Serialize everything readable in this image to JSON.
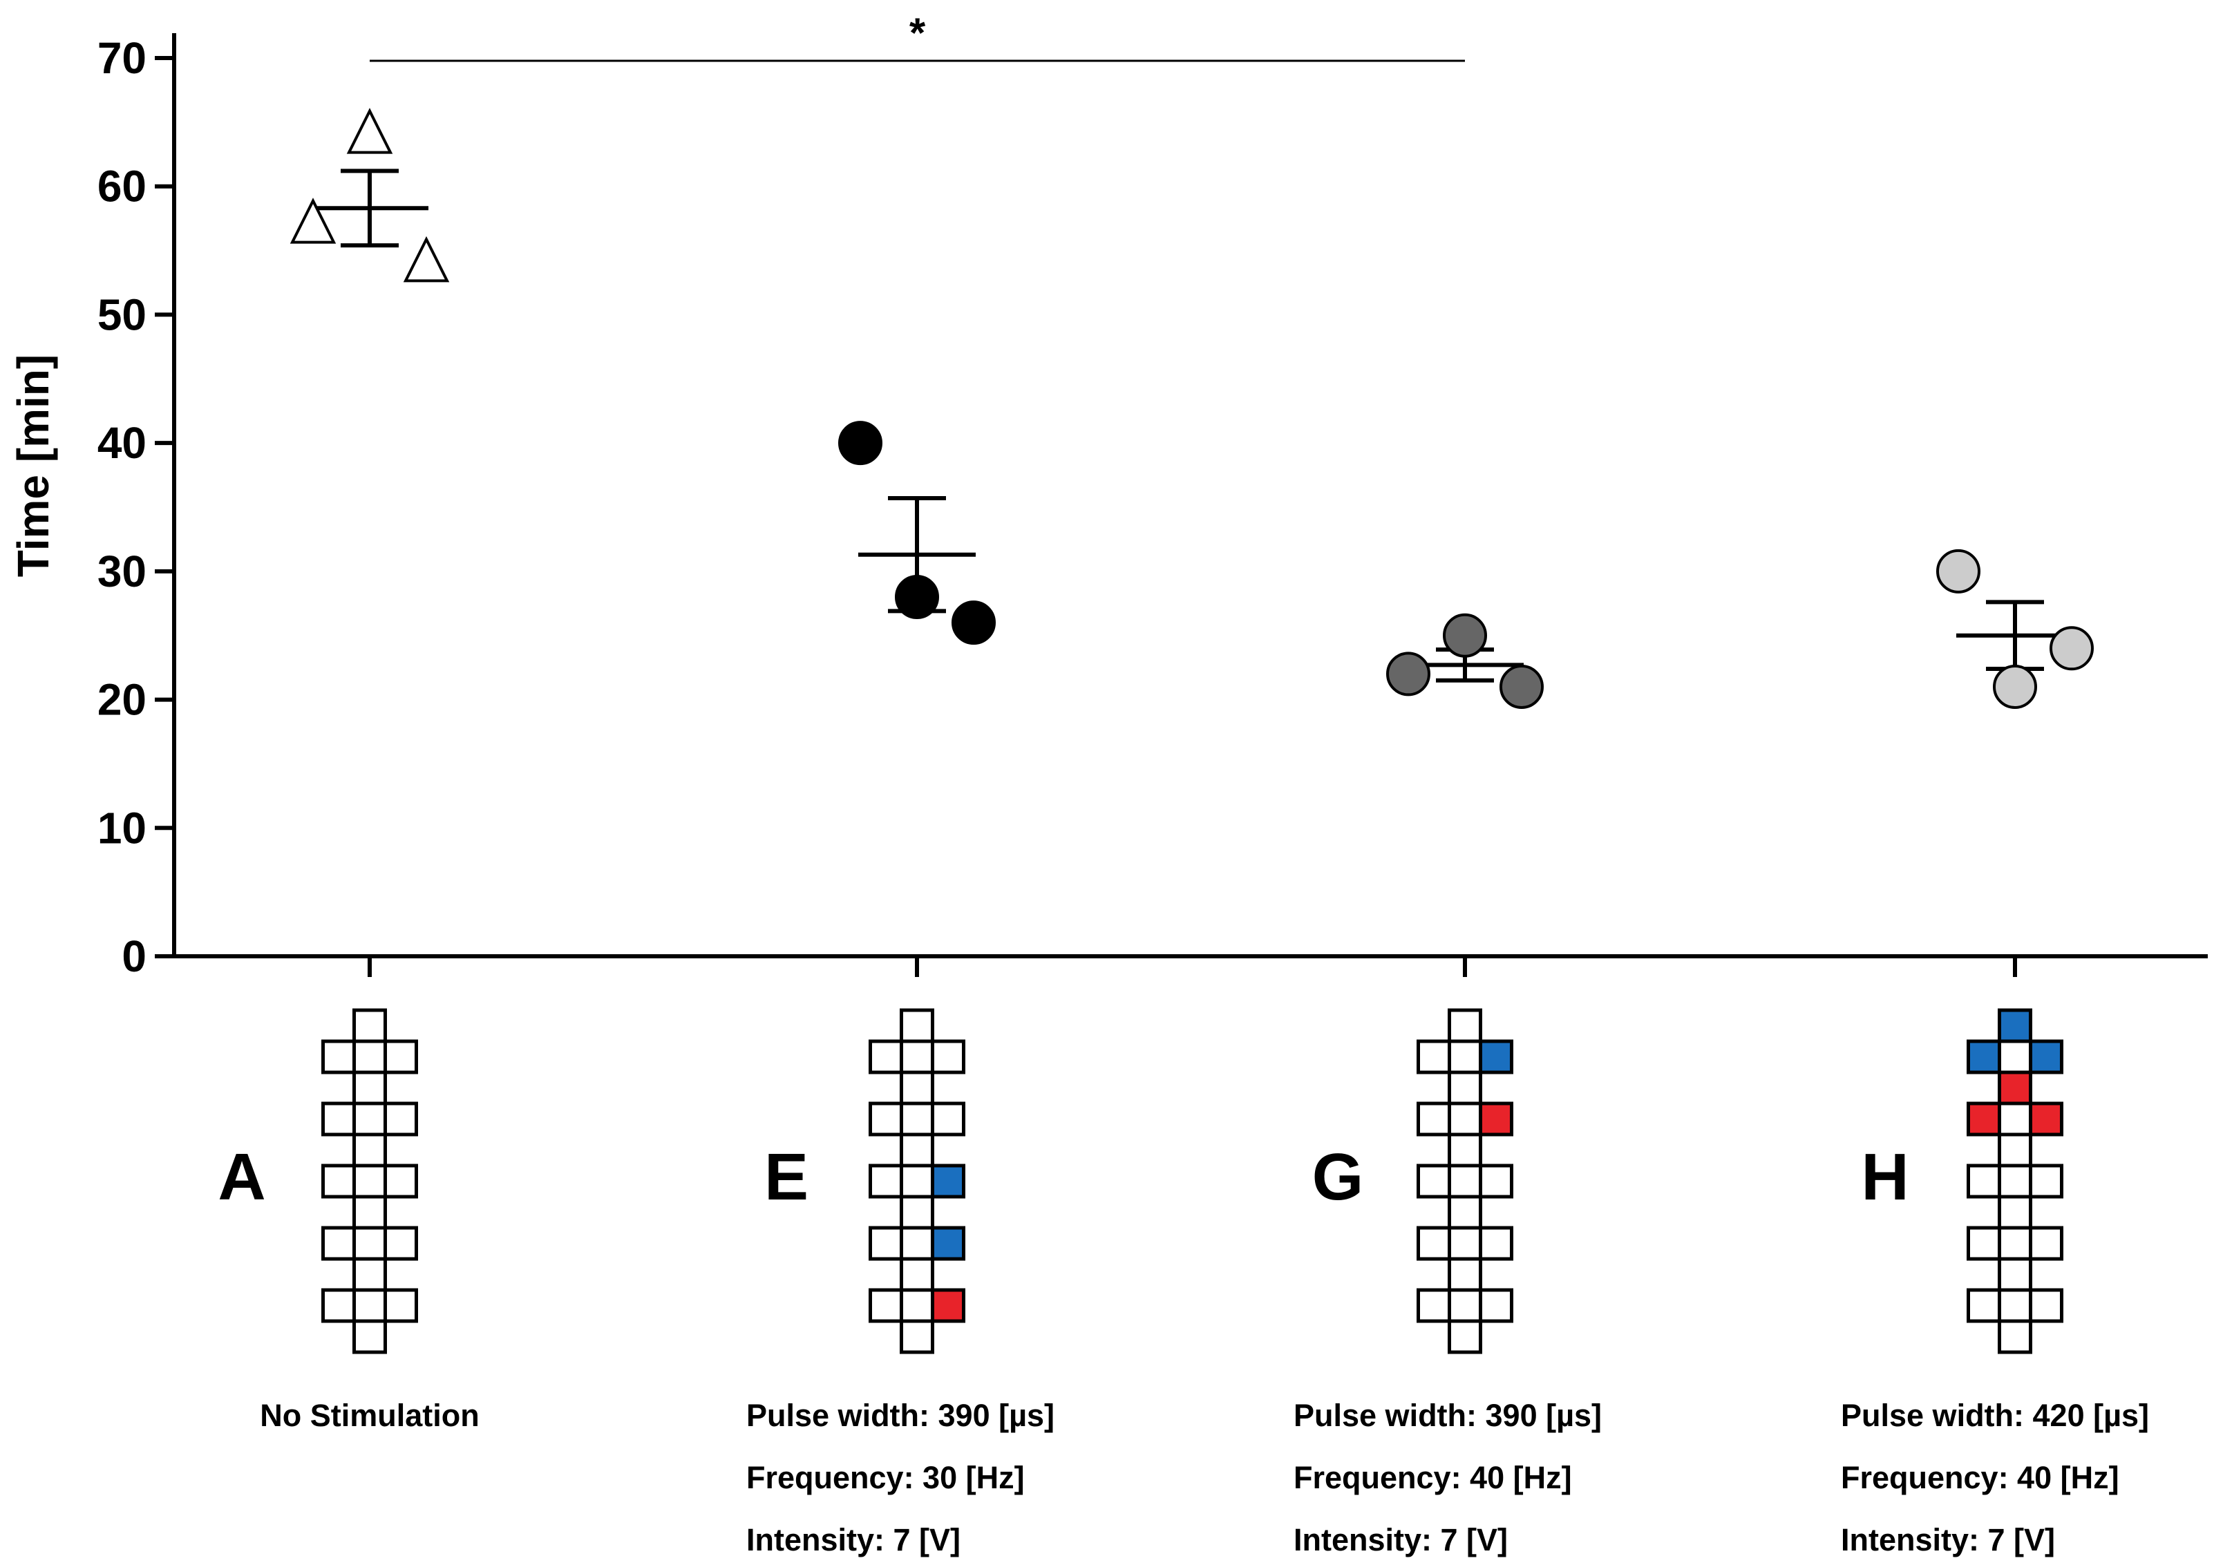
{
  "chart_data": {
    "type": "scatter",
    "title": "",
    "ylabel": "Time [min]",
    "xlabel": "",
    "ylim": [
      0,
      70
    ],
    "yticks": [
      0,
      10,
      20,
      30,
      40,
      50,
      60,
      70
    ],
    "grid": false,
    "legend": "none",
    "significance": {
      "label": "*",
      "from_group": 0,
      "to_group": 2
    },
    "groups": [
      {
        "letter": "A",
        "marker": "triangle-open",
        "color": "#ffffff",
        "points": [
          57,
          64,
          54
        ],
        "mean": 58.3,
        "sem": 2.9,
        "params": [
          "No Stimulation"
        ],
        "electrode": {
          "blue": [],
          "red": []
        }
      },
      {
        "letter": "E",
        "marker": "circle",
        "color": "#000000",
        "points": [
          40,
          28,
          26
        ],
        "mean": 31.3,
        "sem": 4.4,
        "params": [
          "Pulse width: 390 [µs]",
          "Frequency: 30 [Hz]",
          "Intensity: 7 [V]"
        ],
        "electrode": {
          "blue": [
            "r3r",
            "r4r"
          ],
          "red": [
            "r5r"
          ]
        }
      },
      {
        "letter": "G",
        "marker": "circle",
        "color": "#666666",
        "points": [
          22,
          25,
          21
        ],
        "mean": 22.7,
        "sem": 1.2,
        "params": [
          "Pulse width: 390 [µs]",
          "Frequency: 40 [Hz]",
          "Intensity: 7 [V]"
        ],
        "electrode": {
          "blue": [
            "r1r"
          ],
          "red": [
            "r2r"
          ]
        }
      },
      {
        "letter": "H",
        "marker": "circle",
        "color": "#cccccc",
        "points": [
          30,
          21,
          24
        ],
        "mean": 25.0,
        "sem": 2.6,
        "params": [
          "Pulse width: 420 [µs]",
          "Frequency: 40 [Hz]",
          "Intensity: 7 [V]"
        ],
        "electrode": {
          "blue": [
            "top",
            "r1l",
            "r1r"
          ],
          "red": [
            "m12",
            "r2l",
            "r2r"
          ]
        }
      }
    ]
  },
  "colors": {
    "stim_blue": "#1a6fbf",
    "stim_red": "#e8232a"
  }
}
